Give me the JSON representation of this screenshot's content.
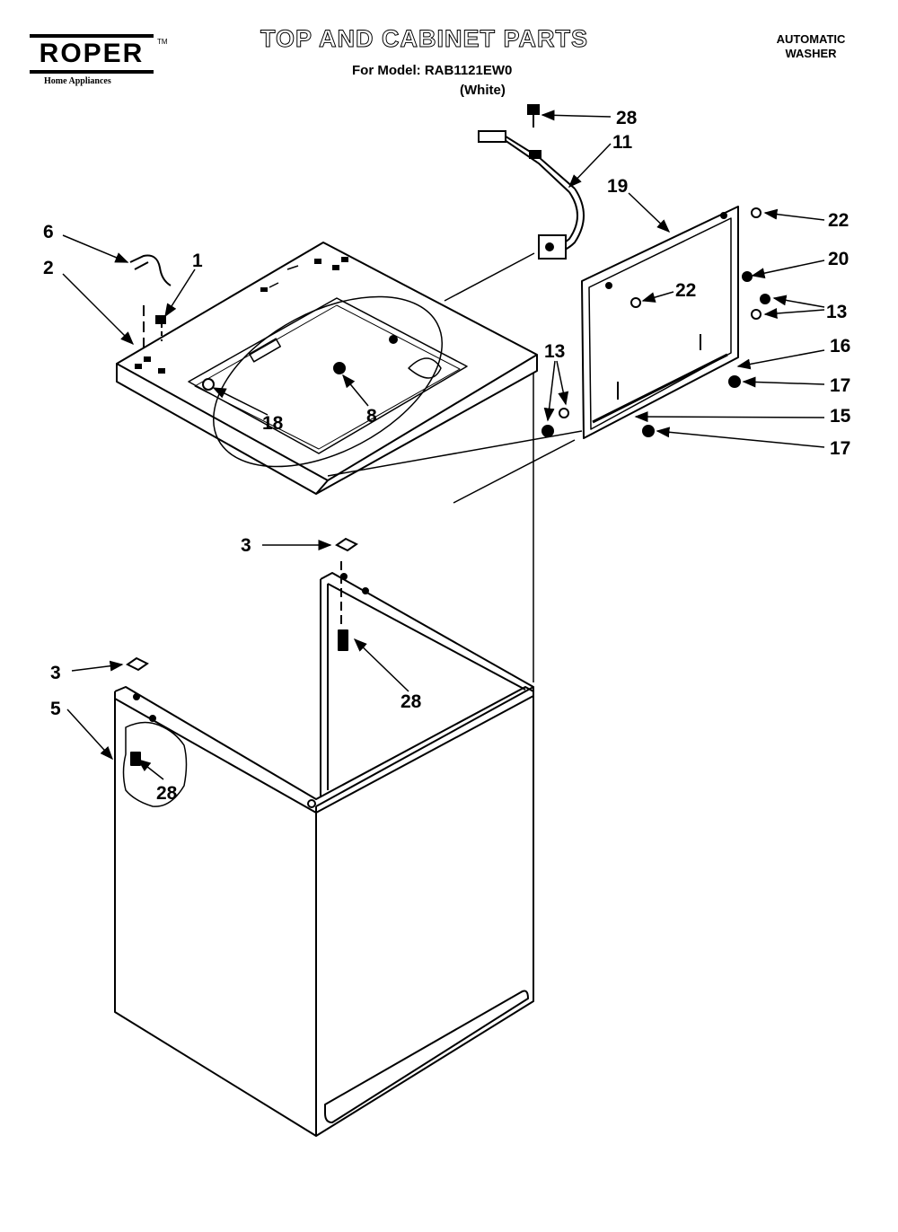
{
  "header": {
    "brand": "ROPER",
    "brand_tm": "TM",
    "brand_sub": "Home Appliances",
    "title": "TOP AND CABINET PARTS",
    "model_line": "For Model: RAB1121EW0",
    "color_line": "(White)",
    "type_line1": "AUTOMATIC",
    "type_line2": "WASHER"
  },
  "callouts": {
    "c1": "1",
    "c2": "2",
    "c6": "6",
    "c8": "8",
    "c18": "18",
    "c28_top": "28",
    "c11": "11",
    "c19": "19",
    "c22a": "22",
    "c22b": "22",
    "c20": "20",
    "c13a": "13",
    "c13b": "13",
    "c16": "16",
    "c17a": "17",
    "c15": "15",
    "c17b": "17",
    "c3a": "3",
    "c3b": "3",
    "c5": "5",
    "c28b": "28",
    "c28c": "28"
  }
}
